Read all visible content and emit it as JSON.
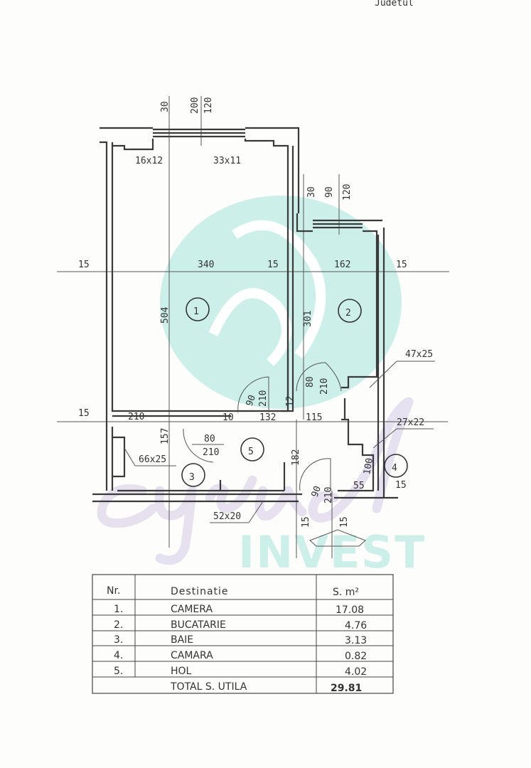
{
  "header": {
    "corner_text": "Judetul"
  },
  "watermark": {
    "logo_text": "city invest",
    "invest_text": "INVEST",
    "teal": "#cdefea",
    "lavender": "#e2dcee"
  },
  "plan": {
    "rooms": [
      "1",
      "2",
      "3",
      "4",
      "5"
    ],
    "dims": {
      "top_a": "30",
      "top_b": "200",
      "top_c": "120",
      "win1": "16x12",
      "win2": "33x11",
      "mid_a": "30",
      "mid_b": "90",
      "mid_c": "120",
      "row1": [
        "15",
        "340",
        "15",
        "162",
        "15"
      ],
      "h504": "504",
      "h301": "301",
      "door1_w": "90",
      "door1_h": "210",
      "door2_a": "12",
      "door2_w": "80",
      "door2_h": "210",
      "row2": [
        "15",
        "210",
        "10",
        "132",
        "115"
      ],
      "h157": "157",
      "h182": "182",
      "door3_w": "80",
      "door3_h": "210",
      "n66": "66x25",
      "n47": "47x25",
      "n27": "27x22",
      "h100": "100",
      "w55": "55",
      "w15": "15",
      "door4_w": "90",
      "door4_h": "210",
      "n52": "52x20",
      "b15a": "15",
      "b15b": "15"
    }
  },
  "table": {
    "headers": [
      "Nr.",
      "Destinatie",
      "S. m²"
    ],
    "rows": [
      {
        "nr": "1.",
        "name": "CAMERA",
        "area": "17.08"
      },
      {
        "nr": "2.",
        "name": "BUCATARIE",
        "area": "4.76"
      },
      {
        "nr": "3.",
        "name": "BAIE",
        "area": "3.13"
      },
      {
        "nr": "4.",
        "name": "CAMARA",
        "area": "0.82"
      },
      {
        "nr": "5.",
        "name": "HOL",
        "area": "4.02"
      }
    ],
    "total_label": "TOTAL S. UTILA",
    "total_value": "29.81"
  }
}
